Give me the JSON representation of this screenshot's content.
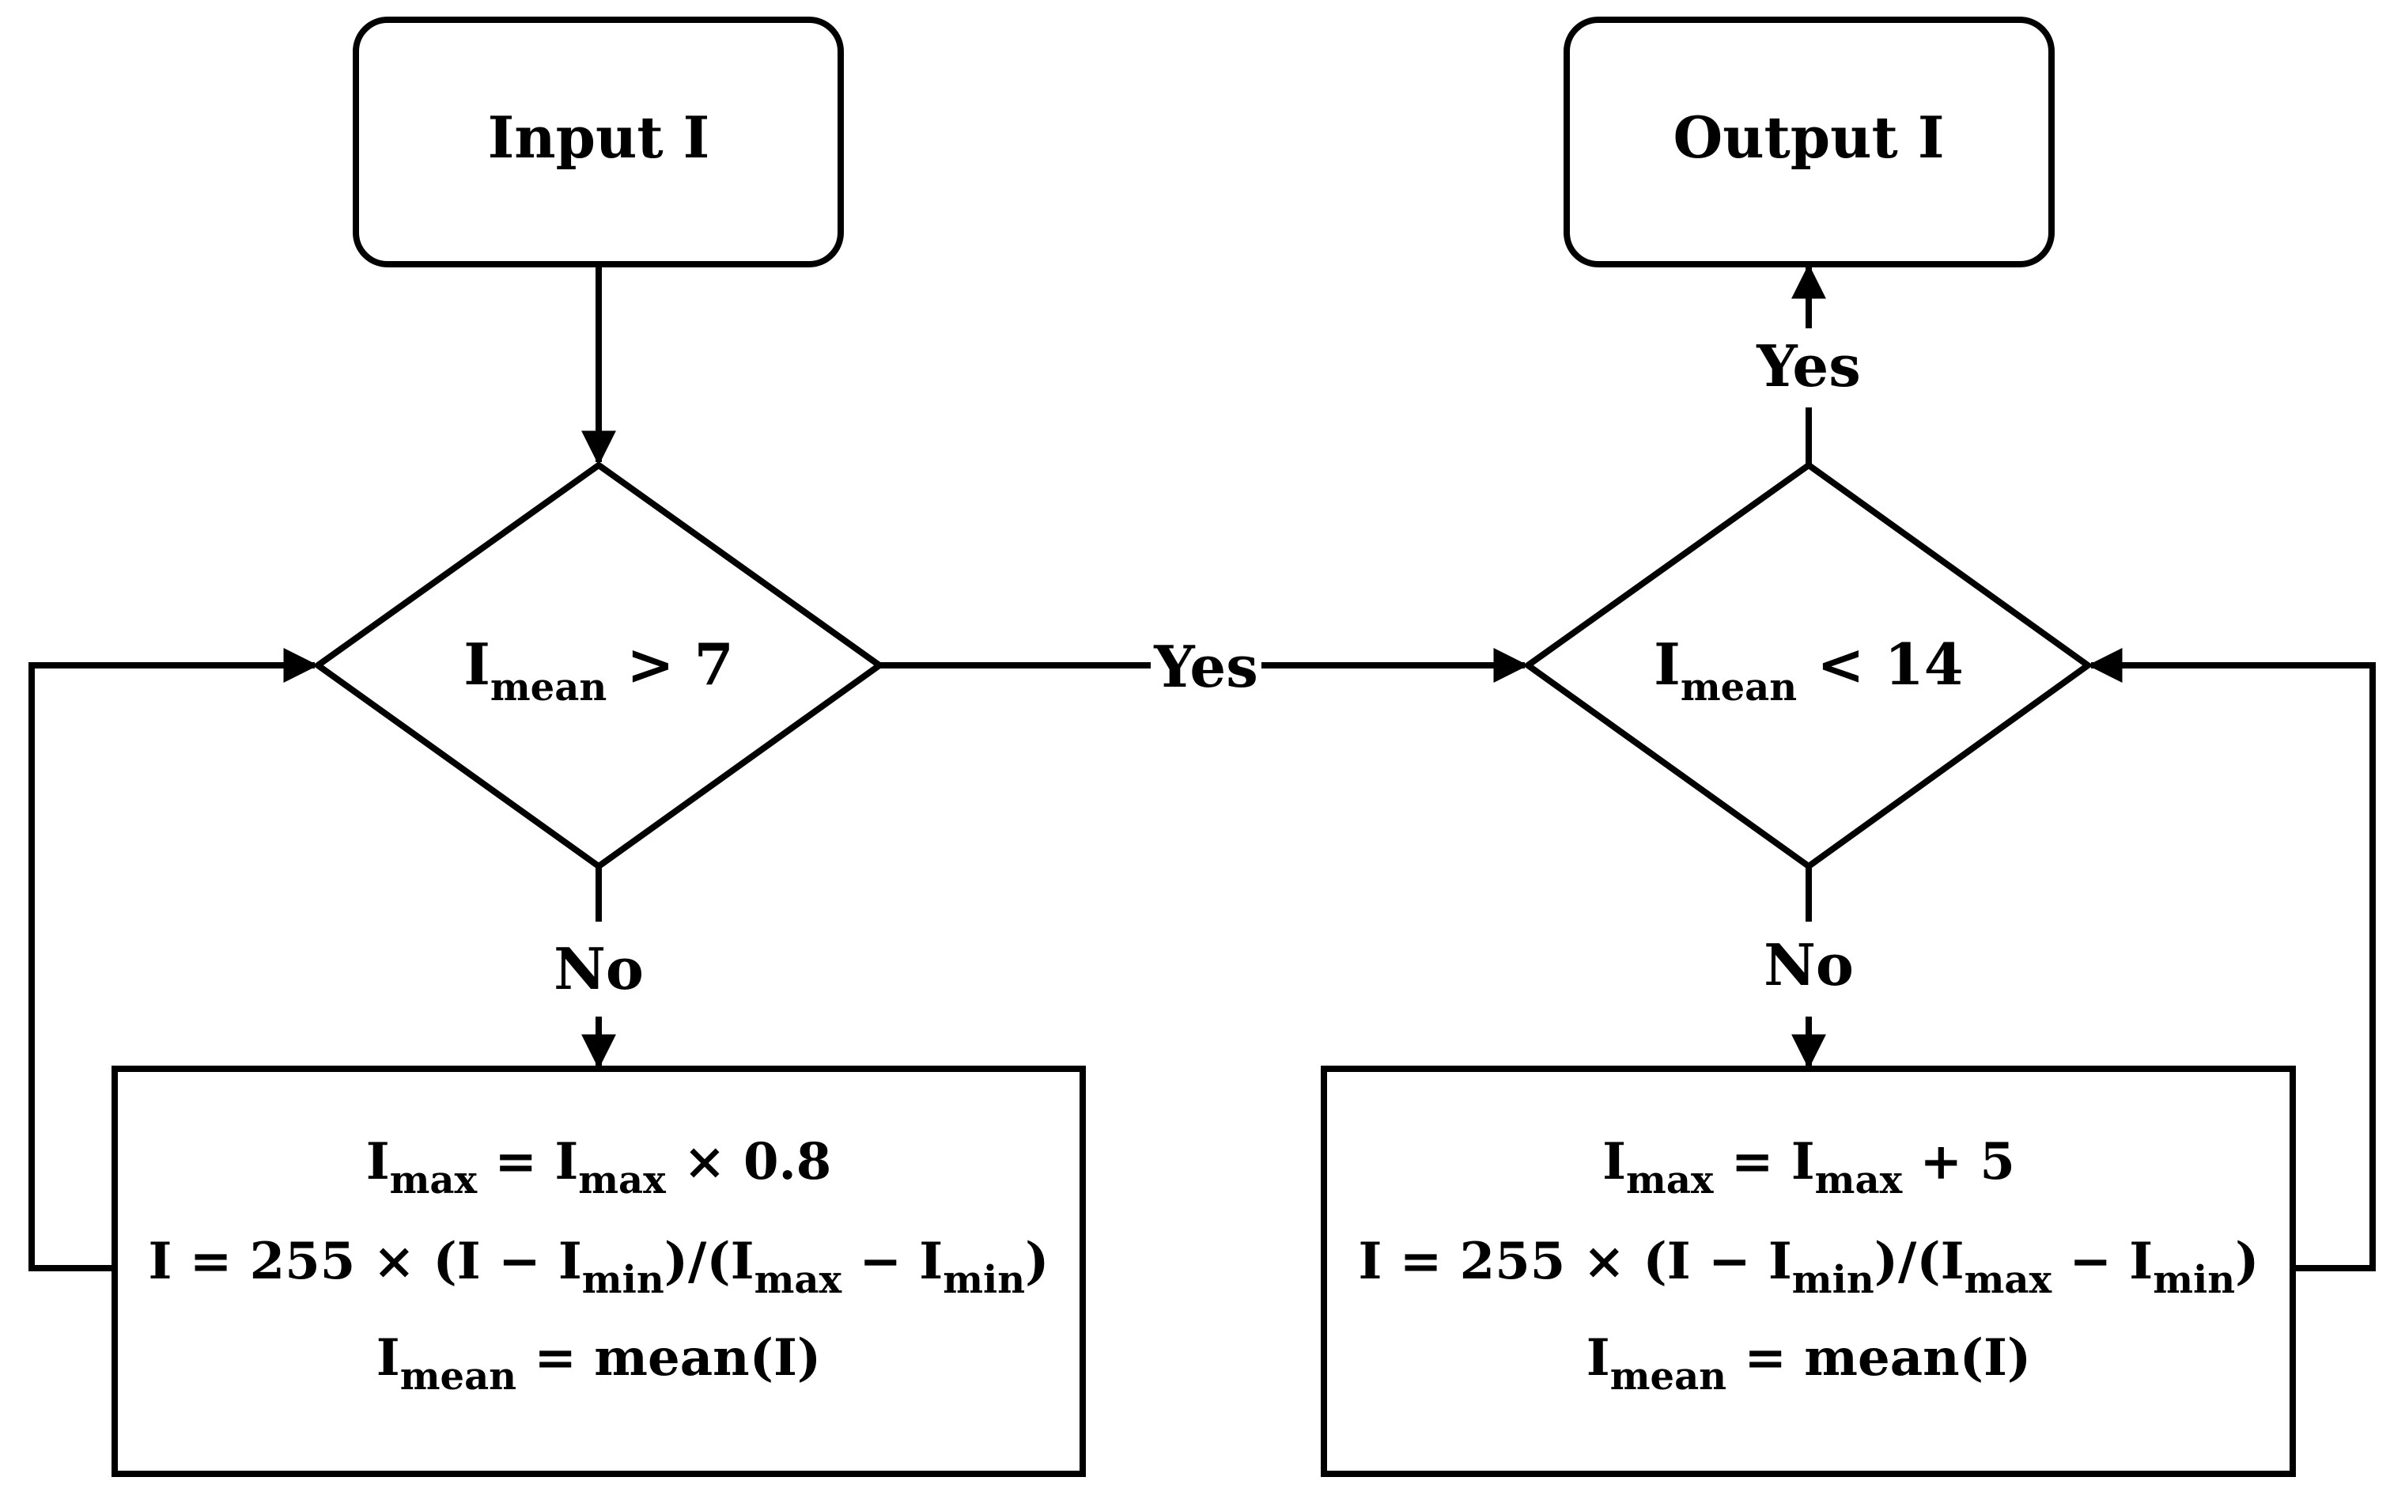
{
  "colors": {
    "stroke": "#000000",
    "background": "#ffffff"
  },
  "start_box": {
    "label": "Input I"
  },
  "end_box": {
    "label": "Output I"
  },
  "decision_left": {
    "var": "I",
    "sub": "mean",
    "op": " > 7"
  },
  "decision_right": {
    "var": "I",
    "sub": "mean",
    "op": " < 14"
  },
  "edge_labels": {
    "left_yes": "Yes",
    "right_yes": "Yes",
    "left_no": "No",
    "right_no": "No"
  },
  "process_left": {
    "line1": {
      "a": "I",
      "a_sub": "max",
      "mid": " = I",
      "b_sub": "max",
      "tail": " × 0.8"
    },
    "line2": {
      "p1": "I = 255 × (I − I",
      "s1": "min",
      "p2": ")/(I",
      "s2": "max",
      "p3": " − I",
      "s3": "min",
      "p4": ")"
    },
    "line3": {
      "a": "I",
      "a_sub": "mean",
      "tail": " = mean(I)"
    }
  },
  "process_right": {
    "line1": {
      "a": "I",
      "a_sub": "max",
      "mid": " = I",
      "b_sub": "max",
      "tail": " + 5"
    },
    "line2": {
      "p1": "I = 255 × (I − I",
      "s1": "min",
      "p2": ")/(I",
      "s2": "max",
      "p3": " − I",
      "s3": "min",
      "p4": ")"
    },
    "line3": {
      "a": "I",
      "a_sub": "mean",
      "tail": " = mean(I)"
    }
  }
}
